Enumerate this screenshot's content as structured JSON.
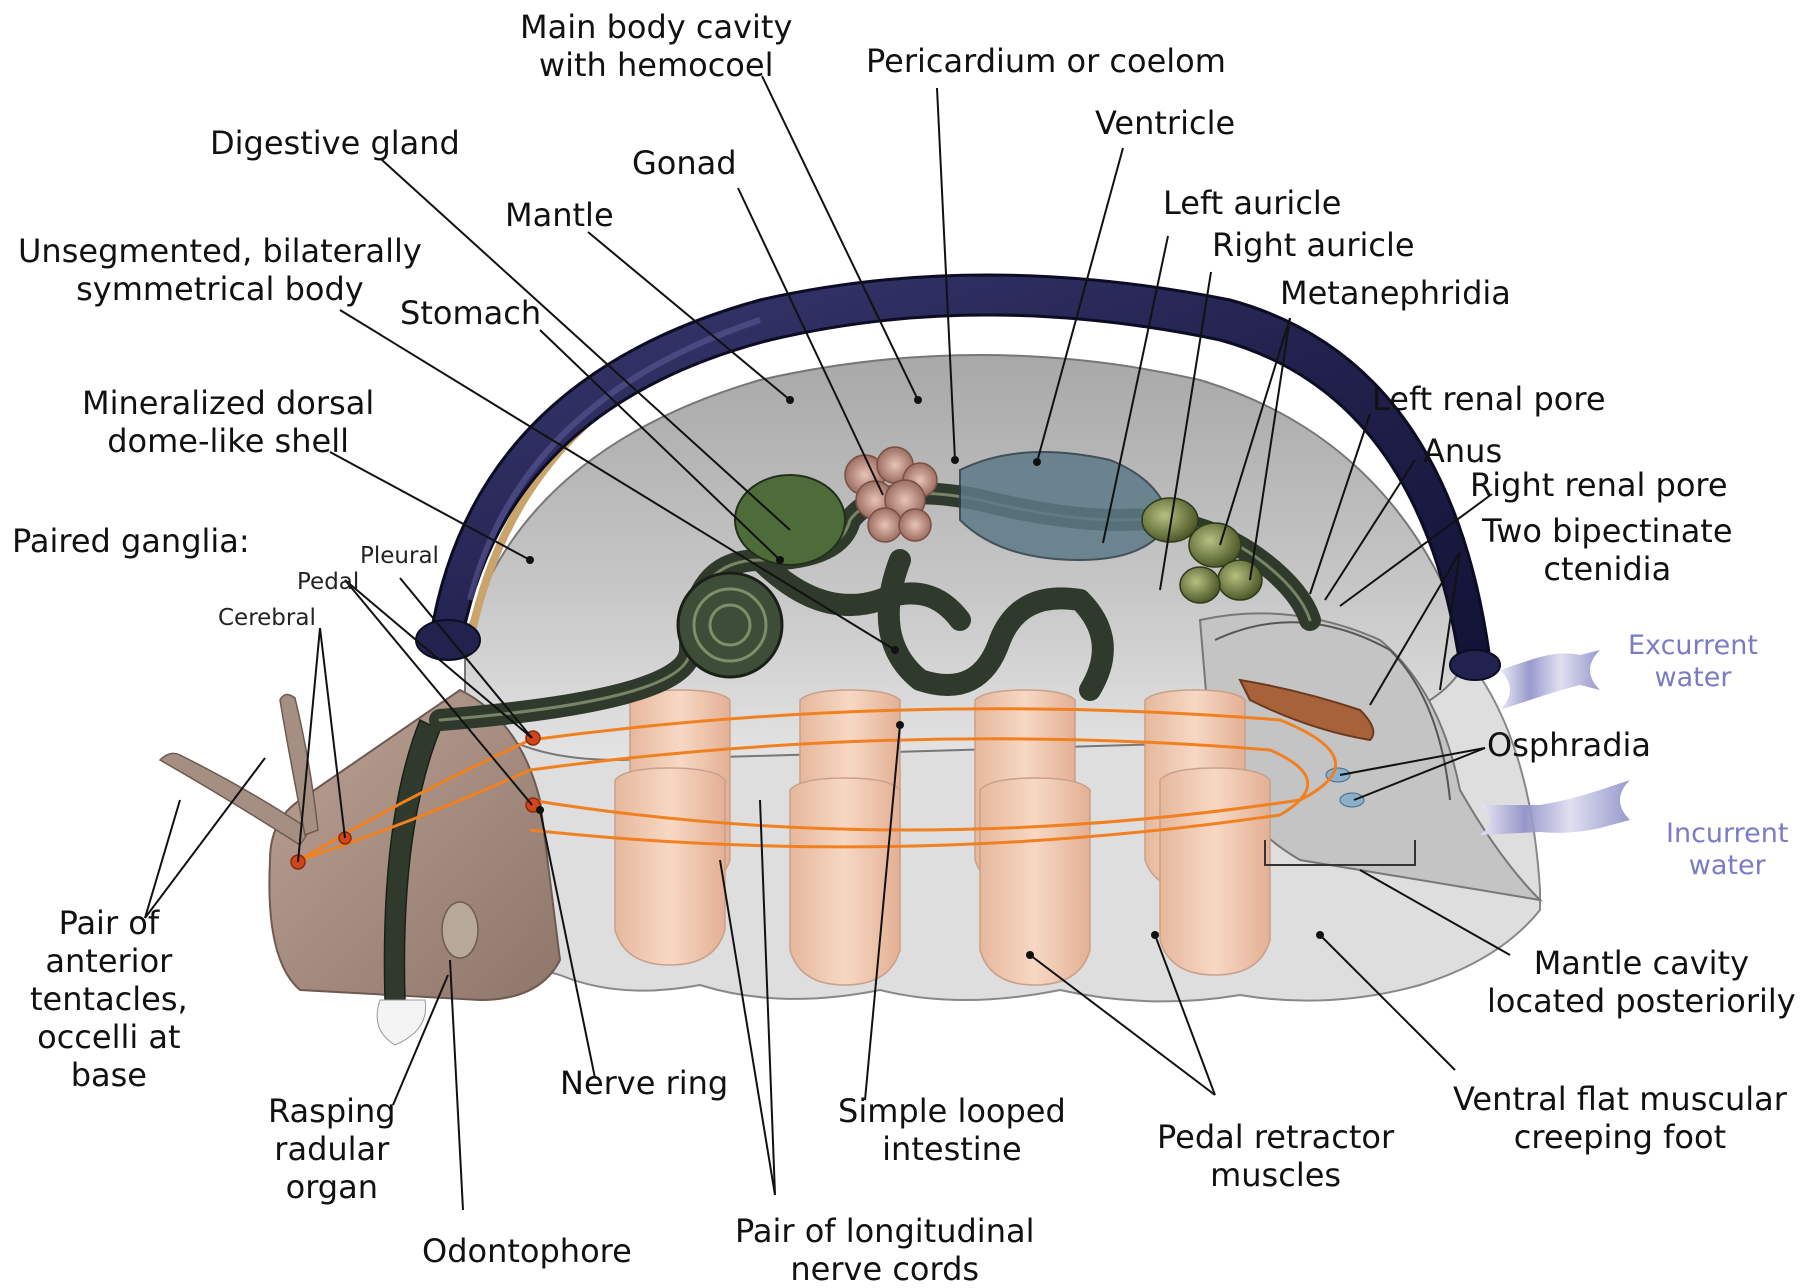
{
  "labels": {
    "main_body_cavity": "Main body cavity\nwith hemocoel",
    "pericardium": "Pericardium or coelom",
    "ventricle": "Ventricle",
    "digestive_gland": "Digestive gland",
    "gonad": "Gonad",
    "mantle": "Mantle",
    "left_auricle": "Left auricle",
    "right_auricle": "Right auricle",
    "unsegmented_body": "Unsegmented, bilaterally\nsymmetrical body",
    "stomach": "Stomach",
    "metanephridia": "Metanephridia",
    "mineralized_shell": "Mineralized dorsal\ndome-like shell",
    "left_renal_pore": "Left renal pore",
    "anus": "Anus",
    "right_renal_pore": "Right renal pore",
    "paired_ganglia": "Paired ganglia:",
    "pleural": "Pleural",
    "pedal": "Pedal",
    "cerebral": "Cerebral",
    "two_ctenidia": "Two bipectinate\nctenidia",
    "excurrent_water": "Excurrent\nwater",
    "osphradia": "Osphradia",
    "incurrent_water": "Incurrent\nwater",
    "anterior_tentacles": "Pair of\nanterior\ntentacles,\noccelli at\nbase",
    "mantle_cavity": "Mantle cavity\nlocated posteriorily",
    "nerve_ring": "Nerve ring",
    "rasping_radular": "Rasping\nradular\norgan",
    "simple_intestine": "Simple looped\nintestine",
    "pedal_retractor": "Pedal retractor\nmuscles",
    "ventral_foot": "Ventral flat muscular\ncreeping foot",
    "odontophore": "Odontophore",
    "nerve_cords": "Pair of longitudinal\nnerve cords"
  },
  "colors": {
    "shell": "#23224f",
    "shell_highlight": "#4a4a86",
    "mantle_lining": "#c9a56b",
    "body_gray": "#b5b5b5",
    "foot": "#dcdcdc",
    "muscle": "#f0c9b0",
    "intestine": "#2f3a2c",
    "gonad": "#b98d80",
    "nerve": "#f08020",
    "ganglion": "#d2451a",
    "head": "#a0877b",
    "water_arrow": "#8e8ec8",
    "leader": "#111111"
  },
  "icons": {
    "excurrent_arrow": "flow-arrow-right-icon",
    "incurrent_arrow": "flow-arrow-left-icon"
  }
}
